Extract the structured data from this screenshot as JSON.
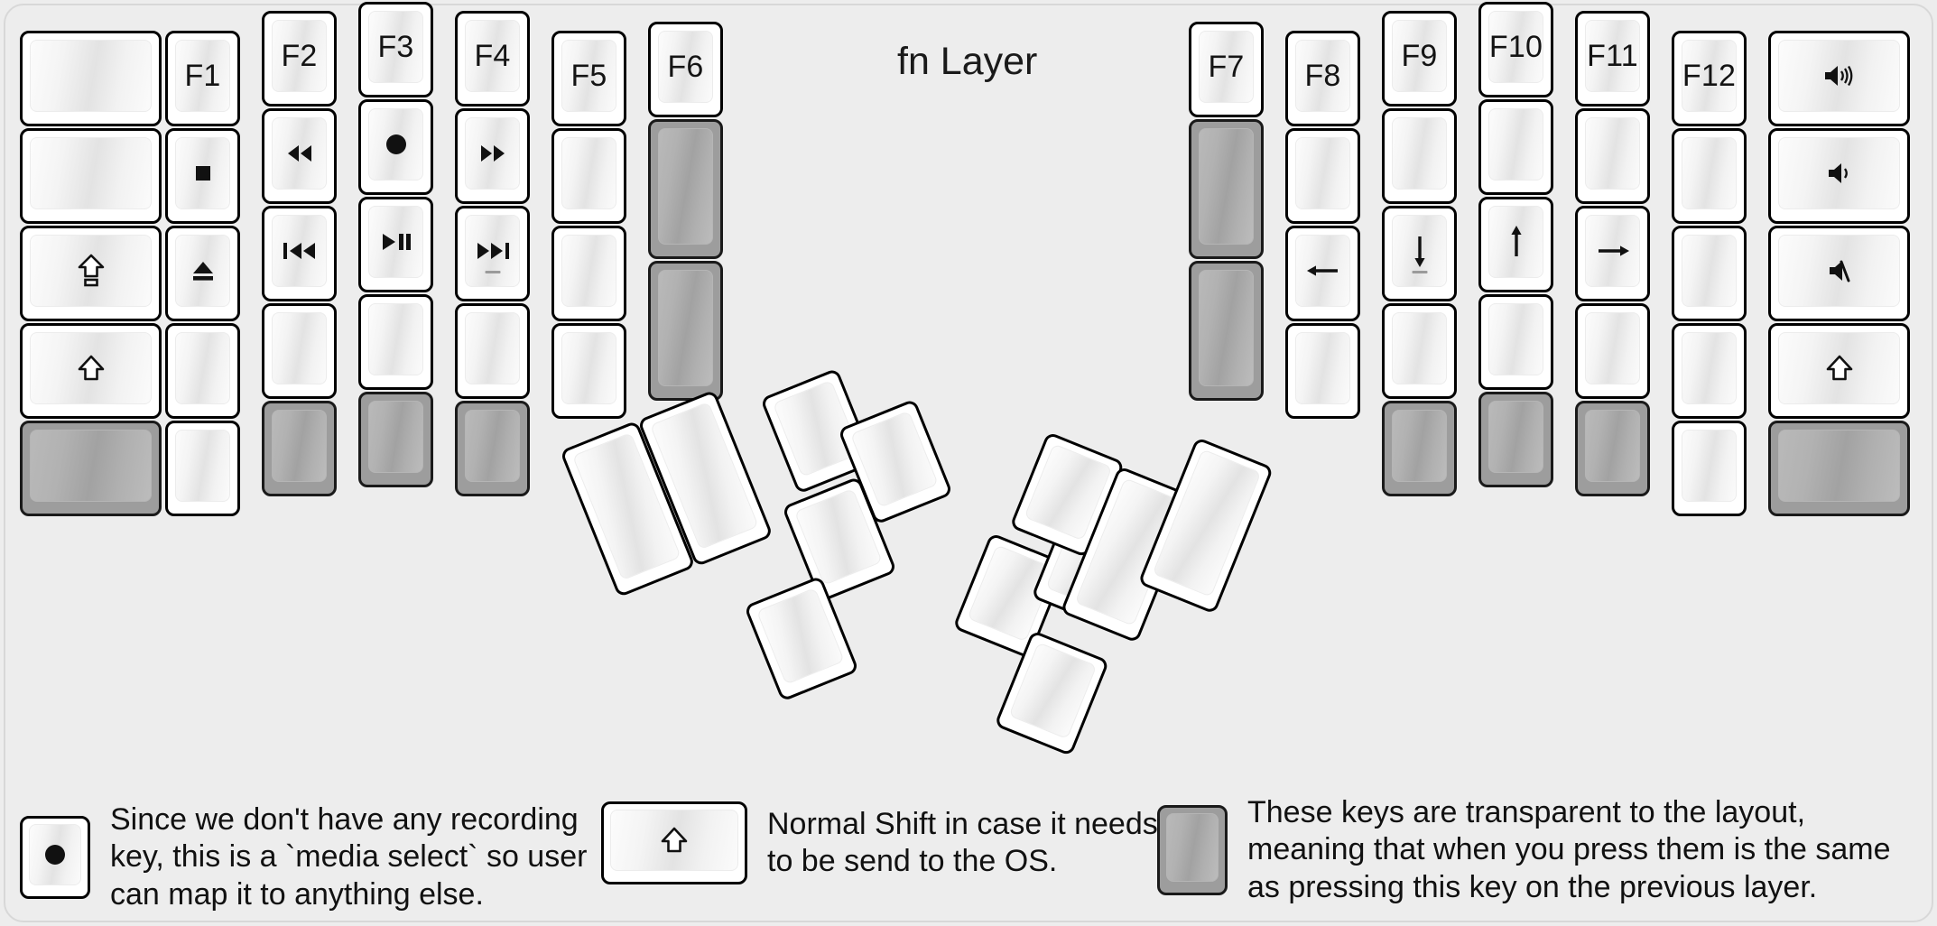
{
  "title": "fn Layer",
  "colors": {
    "background": "#ededed",
    "keycap": "#ffffff",
    "keycap_outline": "#000000",
    "transparent_key": "#9d9d9d",
    "text": "#111111"
  },
  "left_half": {
    "columns": [
      {
        "name": "col-pinky-outer",
        "keys": [
          {
            "name": "key-blank-1",
            "label": "",
            "glyph": "",
            "state": "normal"
          },
          {
            "name": "key-blank-2",
            "label": "",
            "glyph": "",
            "state": "normal"
          },
          {
            "name": "key-caps-shift",
            "label": "",
            "glyph": "caps-lock-icon",
            "state": "normal"
          },
          {
            "name": "key-shift",
            "label": "",
            "glyph": "shift-icon",
            "state": "normal"
          },
          {
            "name": "key-transparent-1",
            "label": "",
            "glyph": "",
            "state": "transparent"
          }
        ]
      },
      {
        "name": "col-pinky",
        "keys": [
          {
            "name": "key-f1",
            "label": "F1",
            "glyph": "",
            "state": "normal"
          },
          {
            "name": "key-stop",
            "label": "",
            "glyph": "media-stop-icon",
            "state": "normal"
          },
          {
            "name": "key-eject",
            "label": "",
            "glyph": "media-eject-icon",
            "state": "normal"
          },
          {
            "name": "key-blank-3",
            "label": "",
            "glyph": "",
            "state": "normal"
          },
          {
            "name": "key-blank-4",
            "label": "",
            "glyph": "",
            "state": "normal"
          }
        ]
      },
      {
        "name": "col-ring",
        "keys": [
          {
            "name": "key-f2",
            "label": "F2",
            "glyph": "",
            "state": "normal"
          },
          {
            "name": "key-rewind",
            "label": "",
            "glyph": "media-rewind-icon",
            "state": "normal"
          },
          {
            "name": "key-prev-track",
            "label": "",
            "glyph": "media-prev-track-icon",
            "state": "normal"
          },
          {
            "name": "key-blank-5",
            "label": "",
            "glyph": "",
            "state": "normal"
          },
          {
            "name": "key-transparent-2",
            "label": "",
            "glyph": "",
            "state": "transparent"
          }
        ]
      },
      {
        "name": "col-middle",
        "keys": [
          {
            "name": "key-f3",
            "label": "F3",
            "glyph": "",
            "state": "normal"
          },
          {
            "name": "key-media-select",
            "label": "",
            "glyph": "media-record-icon",
            "state": "normal"
          },
          {
            "name": "key-play-pause",
            "label": "",
            "glyph": "media-play-pause-icon",
            "state": "normal"
          },
          {
            "name": "key-blank-6",
            "label": "",
            "glyph": "",
            "state": "normal"
          },
          {
            "name": "key-transparent-3",
            "label": "",
            "glyph": "",
            "state": "transparent"
          }
        ]
      },
      {
        "name": "col-index",
        "keys": [
          {
            "name": "key-f4",
            "label": "F4",
            "glyph": "",
            "state": "normal"
          },
          {
            "name": "key-fast-forward",
            "label": "",
            "glyph": "media-fast-forward-icon",
            "state": "normal"
          },
          {
            "name": "key-next-track",
            "label": "",
            "glyph": "media-next-track-icon",
            "state": "normal",
            "tick": true
          },
          {
            "name": "key-blank-7",
            "label": "",
            "glyph": "",
            "state": "normal"
          },
          {
            "name": "key-transparent-4",
            "label": "",
            "glyph": "",
            "state": "transparent"
          }
        ]
      },
      {
        "name": "col-index-inner",
        "keys": [
          {
            "name": "key-f5",
            "label": "F5",
            "glyph": "",
            "state": "normal"
          },
          {
            "name": "key-blank-8",
            "label": "",
            "glyph": "",
            "state": "normal"
          },
          {
            "name": "key-blank-9",
            "label": "",
            "glyph": "",
            "state": "normal"
          },
          {
            "name": "key-blank-10",
            "label": "",
            "glyph": "",
            "state": "normal"
          }
        ]
      },
      {
        "name": "col-inner",
        "keys": [
          {
            "name": "key-f6",
            "label": "F6",
            "glyph": "",
            "state": "normal"
          },
          {
            "name": "key-transparent-5",
            "label": "",
            "glyph": "",
            "state": "transparent"
          },
          {
            "name": "key-transparent-6",
            "label": "",
            "glyph": "",
            "state": "transparent"
          }
        ]
      }
    ]
  },
  "right_half": {
    "columns": [
      {
        "name": "col-inner-right",
        "keys": [
          {
            "name": "key-f7",
            "label": "F7",
            "glyph": "",
            "state": "normal"
          },
          {
            "name": "key-transparent-7",
            "label": "",
            "glyph": "",
            "state": "transparent"
          },
          {
            "name": "key-transparent-8",
            "label": "",
            "glyph": "",
            "state": "transparent"
          }
        ]
      },
      {
        "name": "col-index-inner-right",
        "keys": [
          {
            "name": "key-f8",
            "label": "F8",
            "glyph": "",
            "state": "normal"
          },
          {
            "name": "key-blank-11",
            "label": "",
            "glyph": "",
            "state": "normal"
          },
          {
            "name": "key-arrow-left",
            "label": "",
            "glyph": "arrow-left-icon",
            "state": "normal"
          },
          {
            "name": "key-blank-12",
            "label": "",
            "glyph": "",
            "state": "normal"
          }
        ]
      },
      {
        "name": "col-index-right",
        "keys": [
          {
            "name": "key-f9",
            "label": "F9",
            "glyph": "",
            "state": "normal"
          },
          {
            "name": "key-blank-13",
            "label": "",
            "glyph": "",
            "state": "normal"
          },
          {
            "name": "key-arrow-down",
            "label": "",
            "glyph": "arrow-down-icon",
            "state": "normal",
            "tick": true
          },
          {
            "name": "key-blank-14",
            "label": "",
            "glyph": "",
            "state": "normal"
          },
          {
            "name": "key-transparent-9",
            "label": "",
            "glyph": "",
            "state": "transparent"
          }
        ]
      },
      {
        "name": "col-middle-right",
        "keys": [
          {
            "name": "key-f10",
            "label": "F10",
            "glyph": "",
            "state": "normal"
          },
          {
            "name": "key-blank-15",
            "label": "",
            "glyph": "",
            "state": "normal"
          },
          {
            "name": "key-arrow-up",
            "label": "",
            "glyph": "arrow-up-icon",
            "state": "normal"
          },
          {
            "name": "key-blank-16",
            "label": "",
            "glyph": "",
            "state": "normal"
          },
          {
            "name": "key-transparent-10",
            "label": "",
            "glyph": "",
            "state": "transparent"
          }
        ]
      },
      {
        "name": "col-ring-right",
        "keys": [
          {
            "name": "key-f11",
            "label": "F11",
            "glyph": "",
            "state": "normal"
          },
          {
            "name": "key-blank-17",
            "label": "",
            "glyph": "",
            "state": "normal"
          },
          {
            "name": "key-arrow-right",
            "label": "",
            "glyph": "arrow-right-icon",
            "state": "normal"
          },
          {
            "name": "key-blank-18",
            "label": "",
            "glyph": "",
            "state": "normal"
          },
          {
            "name": "key-transparent-11",
            "label": "",
            "glyph": "",
            "state": "transparent"
          }
        ]
      },
      {
        "name": "col-pinky-right",
        "keys": [
          {
            "name": "key-f12",
            "label": "F12",
            "glyph": "",
            "state": "normal"
          },
          {
            "name": "key-blank-19",
            "label": "",
            "glyph": "",
            "state": "normal"
          },
          {
            "name": "key-blank-20",
            "label": "",
            "glyph": "",
            "state": "normal"
          },
          {
            "name": "key-blank-21",
            "label": "",
            "glyph": "",
            "state": "normal"
          },
          {
            "name": "key-blank-22",
            "label": "",
            "glyph": "",
            "state": "normal"
          }
        ]
      },
      {
        "name": "col-pinky-outer-right",
        "keys": [
          {
            "name": "key-volume-up",
            "label": "",
            "glyph": "volume-up-icon",
            "state": "normal"
          },
          {
            "name": "key-volume-down",
            "label": "",
            "glyph": "volume-down-icon",
            "state": "normal"
          },
          {
            "name": "key-mute",
            "label": "",
            "glyph": "volume-mute-icon",
            "state": "normal"
          },
          {
            "name": "key-shift-right",
            "label": "",
            "glyph": "shift-icon",
            "state": "normal"
          },
          {
            "name": "key-transparent-12",
            "label": "",
            "glyph": "",
            "state": "transparent"
          }
        ]
      }
    ]
  },
  "thumb_clusters": {
    "left": {
      "name": "left-thumb-cluster",
      "keys": [
        {
          "name": "thumb-key-l1",
          "label": "",
          "state": "normal"
        },
        {
          "name": "thumb-key-l2",
          "label": "",
          "state": "normal"
        },
        {
          "name": "thumb-key-l3",
          "label": "",
          "state": "normal"
        },
        {
          "name": "thumb-key-l4",
          "label": "",
          "state": "normal"
        },
        {
          "name": "thumb-key-l5",
          "label": "",
          "state": "normal"
        },
        {
          "name": "thumb-key-l6",
          "label": "",
          "state": "normal"
        }
      ]
    },
    "right": {
      "name": "right-thumb-cluster",
      "keys": [
        {
          "name": "thumb-key-r1",
          "label": "",
          "state": "normal"
        },
        {
          "name": "thumb-key-r2",
          "label": "",
          "state": "normal"
        },
        {
          "name": "thumb-key-r3",
          "label": "",
          "state": "normal"
        },
        {
          "name": "thumb-key-r4",
          "label": "",
          "state": "normal"
        },
        {
          "name": "thumb-key-r5",
          "label": "",
          "state": "normal"
        },
        {
          "name": "thumb-key-r6",
          "label": "",
          "state": "normal"
        }
      ]
    }
  },
  "legends": [
    {
      "name": "legend-media-select",
      "glyph": "media-record-icon",
      "state": "normal",
      "text": "Since we don't have any recording\nkey, this is a `media select` so user\ncan map it to anything else."
    },
    {
      "name": "legend-normal-shift",
      "glyph": "shift-icon",
      "state": "normal",
      "text": "Normal Shift in case it needs\nto be send to the OS."
    },
    {
      "name": "legend-transparent-key",
      "glyph": "",
      "state": "transparent",
      "text": "These keys are transparent to the layout,\nmeaning that when you press them is the same\nas pressing this key on the previous layer."
    }
  ]
}
